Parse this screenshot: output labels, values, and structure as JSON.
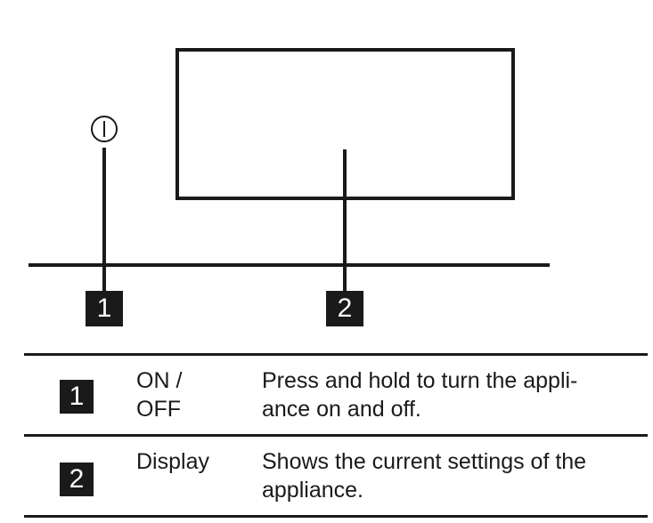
{
  "diagram": {
    "power_symbol": "power-icon",
    "callouts": [
      {
        "number": "1"
      },
      {
        "number": "2"
      }
    ]
  },
  "legend": {
    "rows": [
      {
        "number": "1",
        "name_line1": "ON /",
        "name_line2": "OFF",
        "desc_line1": "Press and hold to turn the appli-",
        "desc_line2": "ance on and off."
      },
      {
        "number": "2",
        "name_line1": "Display",
        "name_line2": "",
        "desc_line1": "Shows the current settings of the",
        "desc_line2": "appliance."
      }
    ]
  },
  "colors": {
    "ink": "#1a1a1a",
    "background": "#ffffff"
  }
}
